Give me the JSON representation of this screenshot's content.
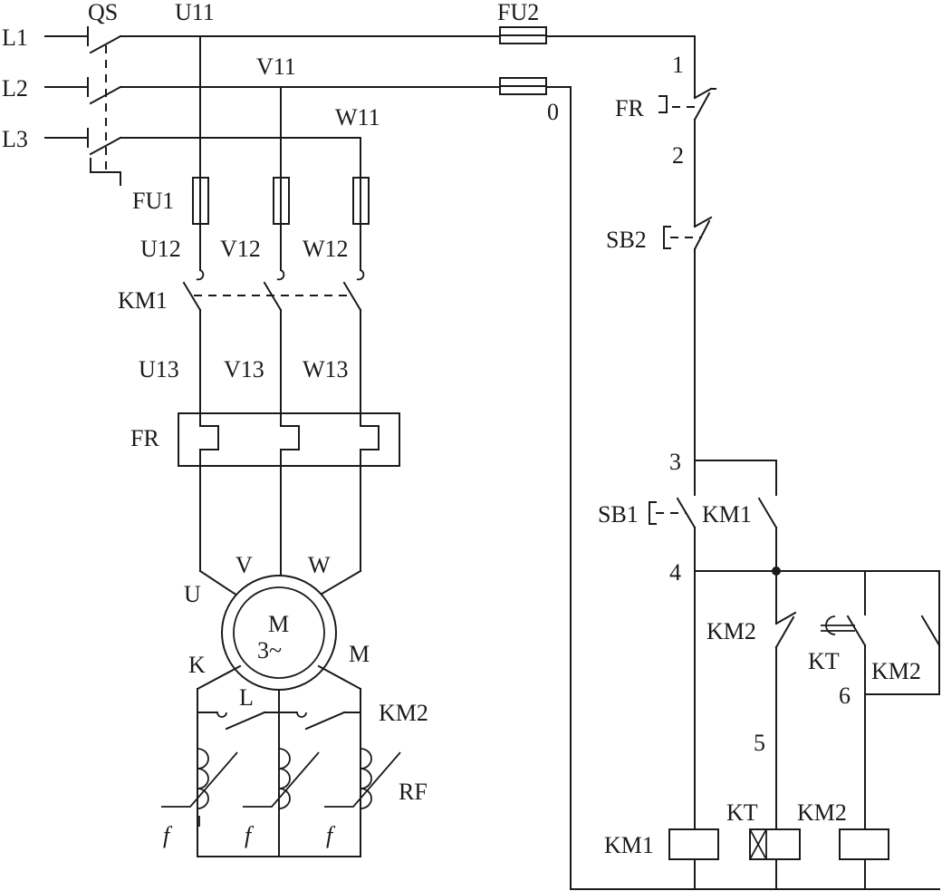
{
  "colors": {
    "line": "#1a1a1a",
    "background": "#ffffff"
  },
  "labels": {
    "L1": "L1",
    "L2": "L2",
    "L3": "L3",
    "QS": "QS",
    "U11": "U11",
    "V11": "V11",
    "W11": "W11",
    "FU1": "FU1",
    "FU2": "FU2",
    "U12": "U12",
    "V12": "V12",
    "W12": "W12",
    "KM1_main": "KM1",
    "U13": "U13",
    "V13": "V13",
    "W13": "W13",
    "FR_main": "FR",
    "U": "U",
    "V": "V",
    "W": "W",
    "M": "M",
    "three_phase": "3~",
    "K": "K",
    "L": "L",
    "M_term": "M",
    "KM2_main": "KM2",
    "RF": "RF",
    "f": "f",
    "node0": "0",
    "node1": "1",
    "node2": "2",
    "node3": "3",
    "node4": "4",
    "node5": "5",
    "node6": "6",
    "FR_ctrl": "FR",
    "SB2": "SB2",
    "SB1": "SB1",
    "KM1_aux": "KM1",
    "KM2_nc": "KM2",
    "KT_contact": "KT",
    "KM2_aux": "KM2",
    "KM1_coil": "KM1",
    "KT_coil": "KT",
    "KM2_coil": "KM2"
  }
}
